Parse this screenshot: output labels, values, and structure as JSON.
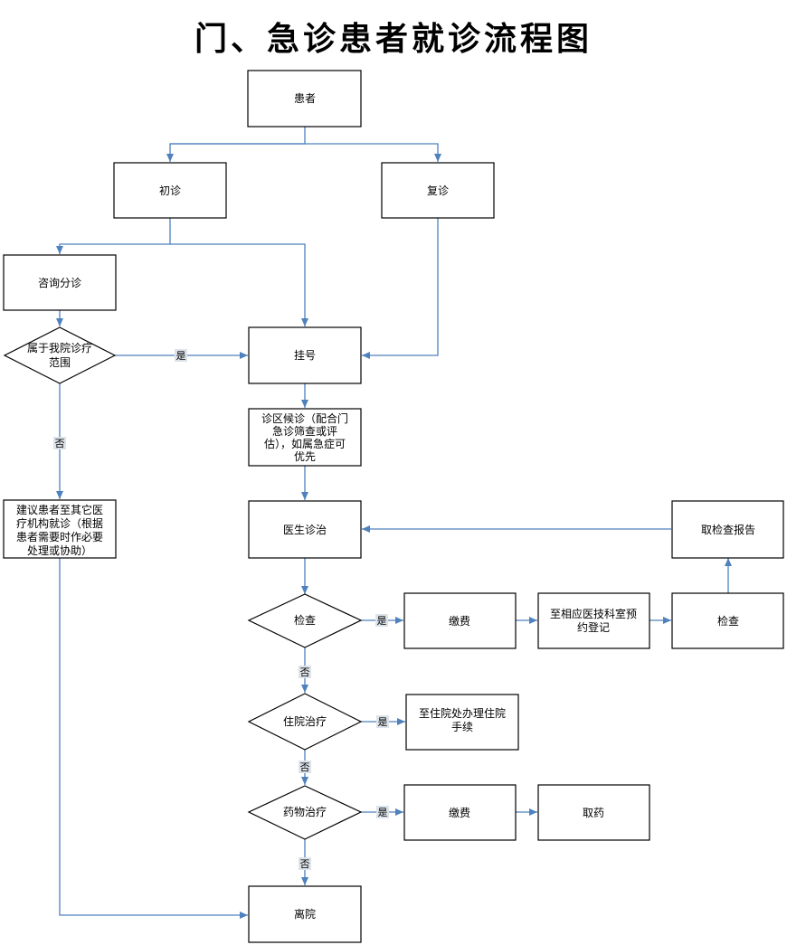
{
  "title": "门、急诊患者就诊流程图",
  "nodes": {
    "patient": "患者",
    "first_visit": "初诊",
    "return_visit": "复诊",
    "consult": "咨询分诊",
    "in_scope": [
      "属于我院诊疗",
      "范围"
    ],
    "register": "挂号",
    "waiting": [
      "诊区候诊（配合门",
      "急诊筛查或评",
      "估），如属急症可",
      "优先"
    ],
    "refer": [
      "建议患者至其它医",
      "疗机构就诊（根据",
      "患者需要时作必要",
      "处理或协助）"
    ],
    "doctor": "医生诊治",
    "get_report": "取检查报告",
    "exam_q": "检查",
    "pay1": "缴费",
    "book_exam": [
      "至相应医技科室预",
      "约登记"
    ],
    "exam": "检查",
    "hospital_q": "住院治疗",
    "admission": [
      "至住院处办理住院",
      "手续"
    ],
    "drug_q": "药物治疗",
    "pay2": "缴费",
    "get_drug": "取药",
    "leave": "离院"
  },
  "edge_labels": {
    "yes": "是",
    "no": "否"
  }
}
